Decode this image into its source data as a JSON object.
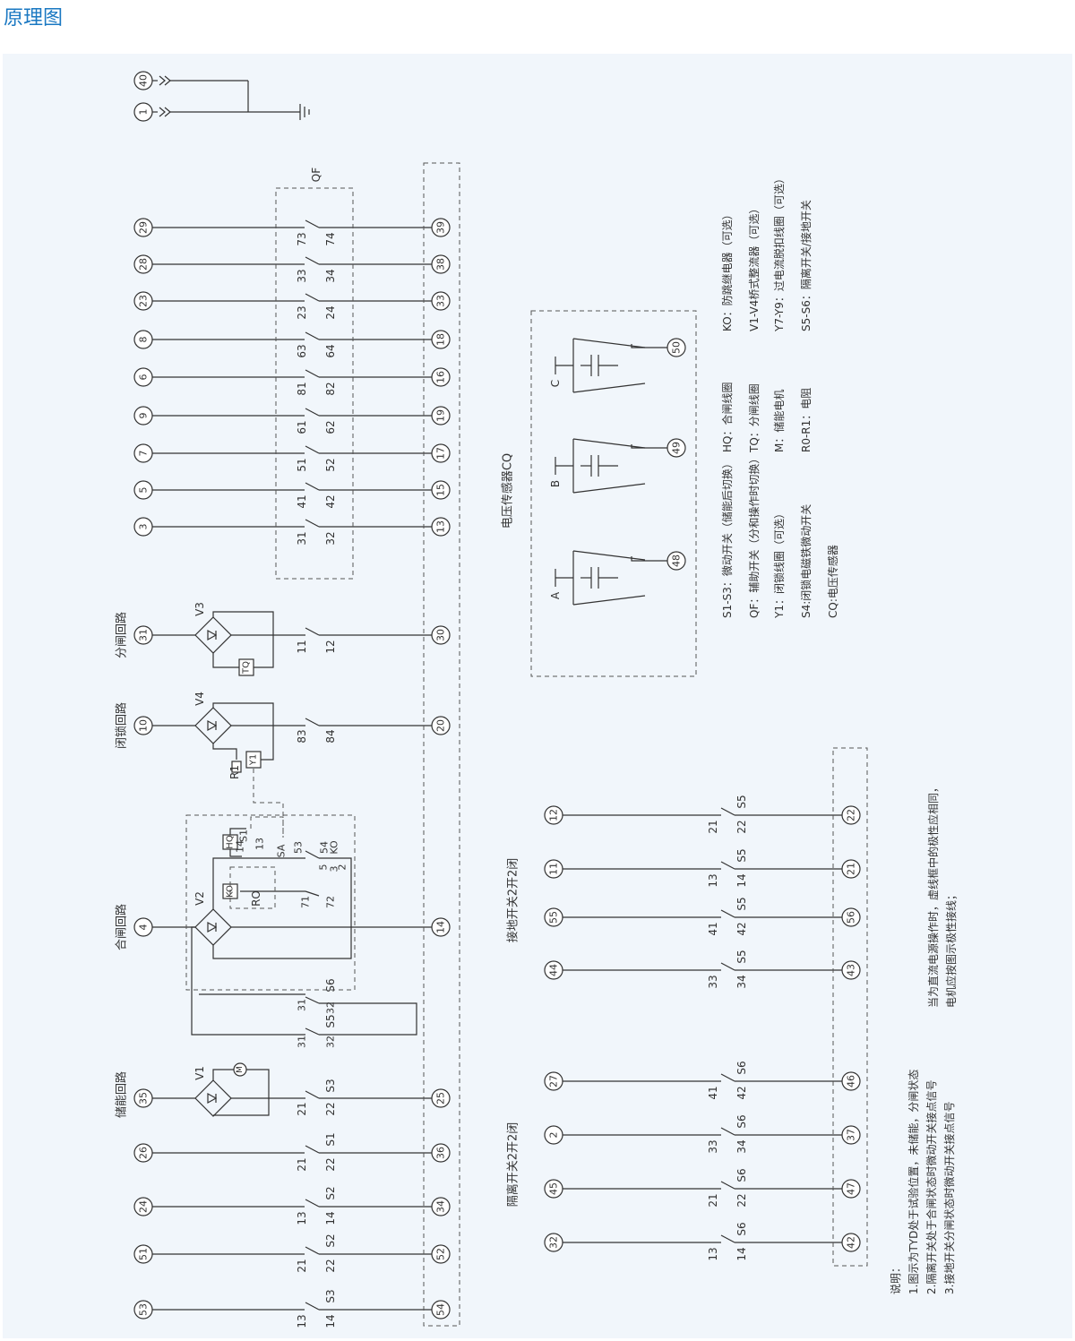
{
  "title": "原理图",
  "colors": {
    "panel": "#f1f6fb",
    "line": "#333333",
    "title": "#1a78c2"
  },
  "groups": [
    "储能回路",
    "合闸回路",
    "闭锁回路",
    "分闸回路",
    "电压传感器CQ",
    "接地开关2开2闭",
    "隔离开关2开2闭"
  ],
  "components": [
    "V1",
    "V2",
    "V3",
    "V4",
    "R1",
    "RO",
    "QF",
    "SA",
    "KO",
    "HQ",
    "TQ",
    "Y1",
    "M",
    "KO"
  ],
  "phases": [
    "A",
    "B",
    "C"
  ],
  "legend": [
    "S1-S3：微动开关（储能后切换）",
    "QF：辅助开关（分和操作时切换）",
    "Y1：闭锁线圈（可选）",
    "S4:闭锁电磁铁微动开关",
    "CQ:电压传感器",
    "HQ：合闸线圈",
    "TQ：分闸线圈",
    "M：储能电机",
    "R0-R1：电阻",
    "KO：防跳继电器（可选）",
    "V1-V4桥式整流器（可选）",
    "Y7-Y9：过电流脱扣线圈（可选）",
    "S5-S6：隔离开关/接地开关"
  ],
  "notes": [
    "说明：",
    "1.图示为TYD处于试验位置，未储能，分闸状态",
    "2.隔离开关处于合闸状态时微动开关接点信号",
    "3.接地开关分闸状态时微动开关接点信号"
  ],
  "polarity_note": [
    "当为直流电源操作时，虚线框中的极性应相同，",
    "电机应按图示极性接线；"
  ]
}
